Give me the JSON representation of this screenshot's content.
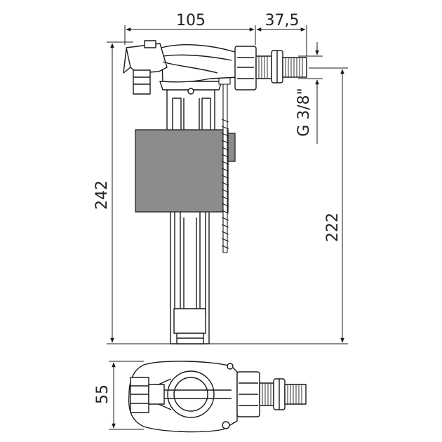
{
  "dimensions": {
    "width_top": "105",
    "connection_offset": "37,5",
    "thread": "G 3/8\"",
    "total_height": "242",
    "height_to_connection": "222",
    "plan_depth": "55"
  },
  "colors": {
    "line": "#1a1a1a",
    "float_fill": "#8c8c8c",
    "float_stroke": "#333333",
    "background": "#ffffff"
  }
}
